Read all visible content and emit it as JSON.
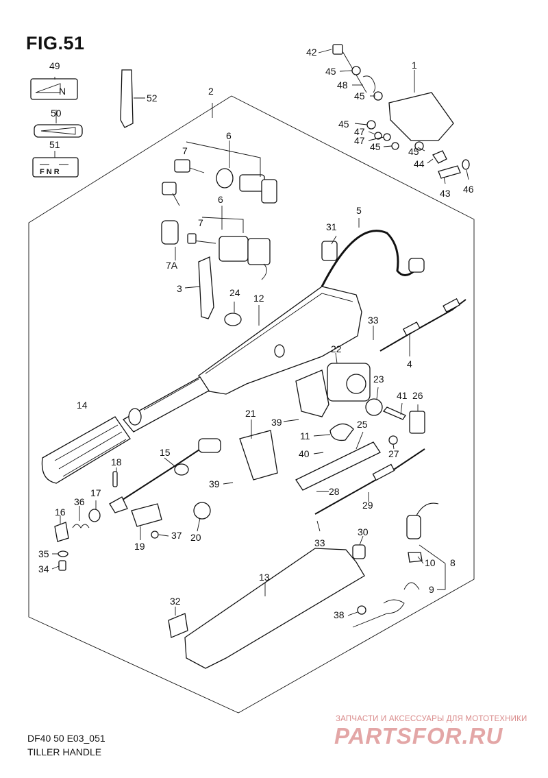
{
  "figure": {
    "title": "FIG.51",
    "code": "DF40 50 E03_051",
    "name": "TILLER HANDLE"
  },
  "watermark": {
    "tagline": "ЗАПЧАСТИ И АКСЕССУАРЫ ДЛЯ МОТОТЕХНИКИ",
    "brand": "PARTSFOR.RU",
    "color": "#e3a6a6"
  },
  "labels": {
    "n1": "1",
    "n2": "2",
    "n3": "3",
    "n4": "4",
    "n5": "5",
    "n6a": "6",
    "n6b": "6",
    "n7a": "7",
    "n7b": "7",
    "n7A": "7A",
    "n8": "8",
    "n9": "9",
    "n10": "10",
    "n11": "11",
    "n12": "12",
    "n13": "13",
    "n14": "14",
    "n15": "15",
    "n16": "16",
    "n17": "17",
    "n18": "18",
    "n19": "19",
    "n20": "20",
    "n21": "21",
    "n22": "22",
    "n23": "23",
    "n24": "24",
    "n25": "25",
    "n26": "26",
    "n27": "27",
    "n28": "28",
    "n29": "29",
    "n30": "30",
    "n31": "31",
    "n32": "32",
    "n33a": "33",
    "n33b": "33",
    "n34": "34",
    "n35": "35",
    "n36": "36",
    "n37": "37",
    "n38": "38",
    "n39a": "39",
    "n39b": "39",
    "n40": "40",
    "n41": "41",
    "n42": "42",
    "n43": "43",
    "n44": "44",
    "n45a": "45",
    "n45b": "45",
    "n45c": "45",
    "n45d": "45",
    "n45e": "45",
    "n46": "46",
    "n47a": "47",
    "n47b": "47",
    "n48": "48",
    "n49": "49",
    "n50": "50",
    "n51": "51",
    "n52": "52"
  },
  "decals": {
    "d49_letter": "N",
    "d51_letters": "F  N  R"
  }
}
